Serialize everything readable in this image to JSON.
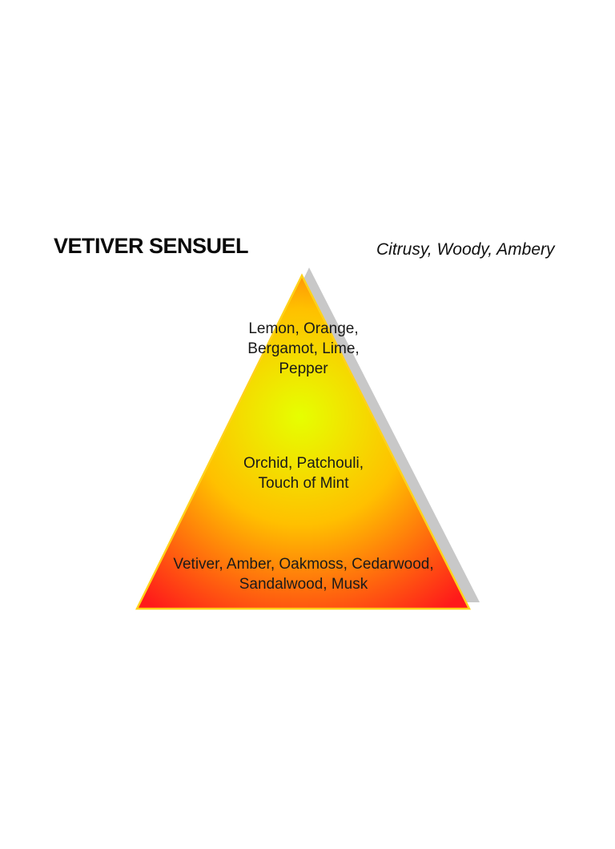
{
  "header": {
    "title": "VETIVER SENSUEL",
    "character": "Citrusy, Woody, Ambery"
  },
  "pyramid": {
    "top_notes": [
      "Lemon, Orange,",
      "Bergamot, Lime,",
      "Pepper"
    ],
    "middle_notes": [
      "Orchid, Patchouli,",
      "Touch of Mint"
    ],
    "base_notes": [
      "Vetiver, Amber, Oakmoss, Cedarwood,",
      "Sandalwood, Musk"
    ],
    "colors": {
      "center": "#e6ff00",
      "mid": "#ffc000",
      "edge": "#ff1a1a",
      "outline": "#ffd21a",
      "shadow": "#c8c8c8"
    }
  }
}
